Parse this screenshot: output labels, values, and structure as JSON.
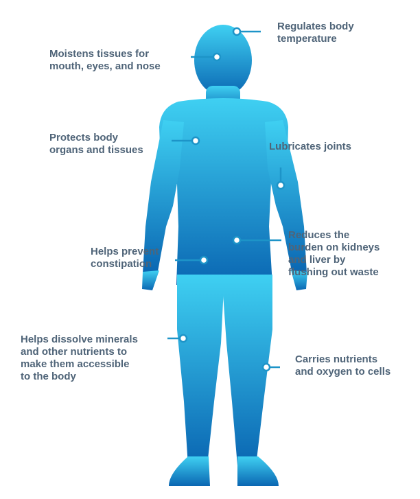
{
  "colors": {
    "body_top": "#3fd0f2",
    "body_bottom": "#0a66b2",
    "text": "#4f6478",
    "connector": "#1d94c8"
  },
  "callouts": [
    {
      "id": "temperature",
      "lines": [
        "Regulates body",
        "temperature"
      ]
    },
    {
      "id": "moistens",
      "lines": [
        "Moistens tissues for",
        "mouth, eyes, and nose"
      ]
    },
    {
      "id": "protects",
      "lines": [
        "Protects body",
        "organs and tissues"
      ]
    },
    {
      "id": "joints",
      "lines": [
        "Lubricates joints"
      ]
    },
    {
      "id": "kidneys",
      "lines": [
        "Reduces the",
        "burden on kidneys",
        "and liver by",
        "flushing out waste"
      ]
    },
    {
      "id": "constipation",
      "lines": [
        "Helps prevent",
        "constipation"
      ]
    },
    {
      "id": "minerals",
      "lines": [
        "Helps dissolve minerals",
        "and other nutrients to",
        "make them accessible",
        "to the body"
      ]
    },
    {
      "id": "nutrients",
      "lines": [
        "Carries nutrients",
        "and oxygen to cells"
      ]
    }
  ]
}
